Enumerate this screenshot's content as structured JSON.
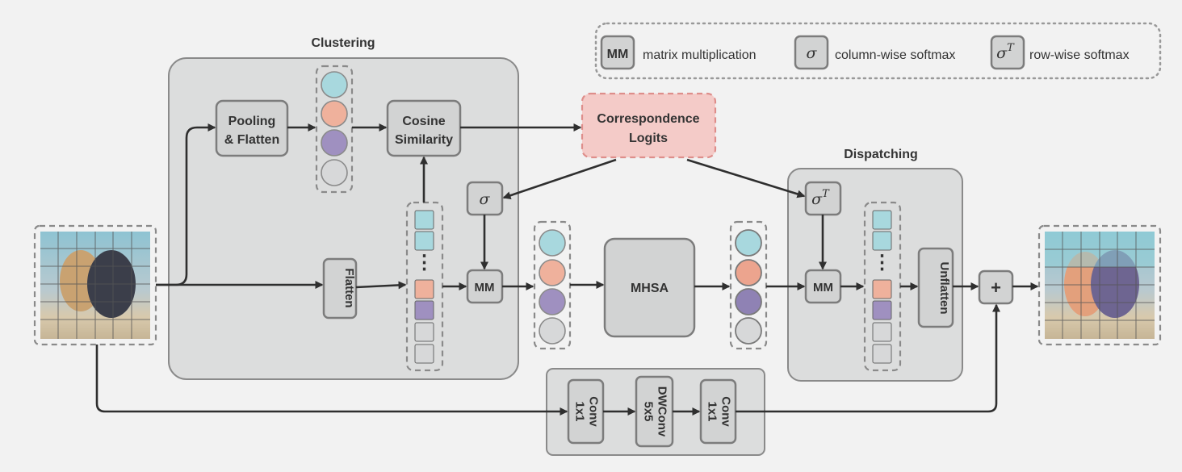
{
  "legend": {
    "mm_symbol": "MM",
    "mm_text": "matrix multiplication",
    "sigma_symbol": "σ",
    "sigma_text": "column-wise softmax",
    "sigmaT_base": "σ",
    "sigmaT_sup": "T",
    "sigmaT_text": "row-wise softmax"
  },
  "clustering": {
    "title": "Clustering",
    "pooling_l1": "Pooling",
    "pooling_l2": "& Flatten",
    "cosine_l1": "Cosine",
    "cosine_l2": "Similarity",
    "flatten": "Flatten",
    "sigma": "σ",
    "mm": "MM"
  },
  "logits": {
    "l1": "Correspondence",
    "l2": "Logits"
  },
  "mhsa": "MHSA",
  "dispatching": {
    "title": "Dispatching",
    "sigma_base": "σ",
    "sigma_sup": "T",
    "mm": "MM",
    "unflatten": "Unflatten"
  },
  "plus": "+",
  "ellipsis": "⋮",
  "conv_branch": {
    "conv1_l1": "Conv",
    "conv1_l2": "1x1",
    "dwconv_l1": "DWConv",
    "dwconv_l2": "5x5",
    "conv2_l1": "Conv",
    "conv2_l2": "1x1"
  },
  "colors": {
    "cyan": "#a8d8de",
    "salmon": "#efb19c",
    "purple": "#9f90c0",
    "gray": "#d7d8d9",
    "logits_fill": "#f4cbc8",
    "logits_stroke": "#de8e8b"
  }
}
